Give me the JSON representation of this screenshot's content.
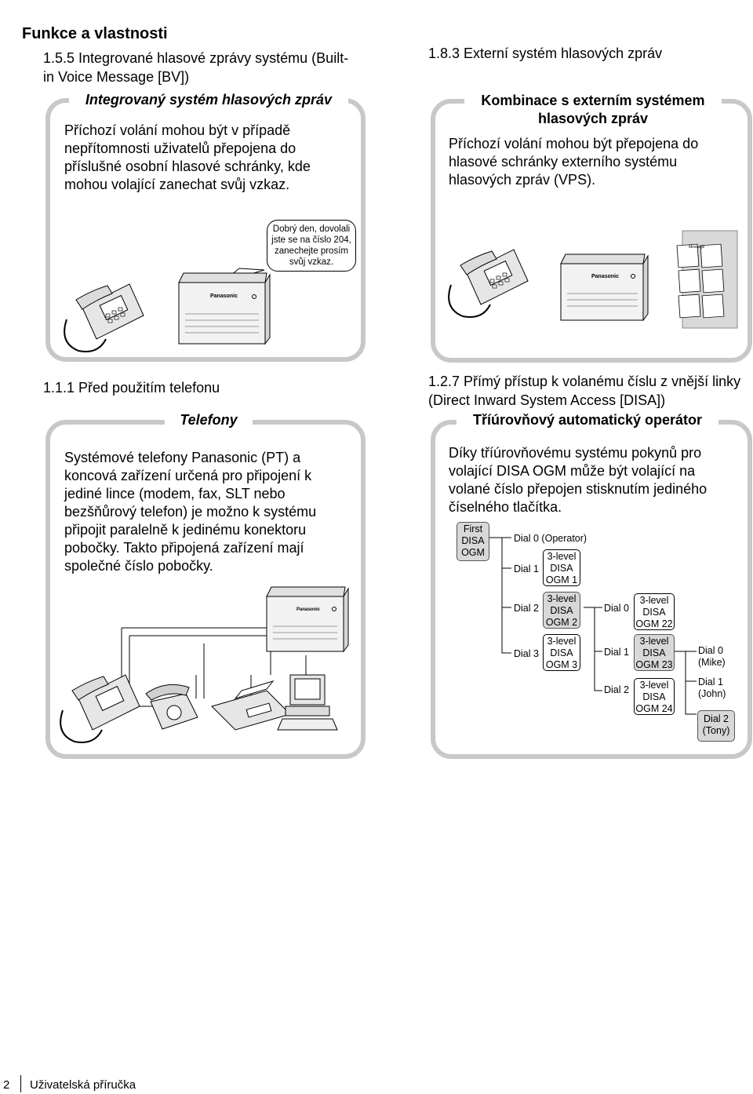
{
  "page": {
    "header": "Funkce a vlastnosti",
    "footer_page": "2",
    "footer_title": "Uživatelská příručka"
  },
  "bv": {
    "section_title": "1.5.5 Integrované hlasové zprávy systému (Built-in Voice Message [BV])",
    "panel_title": "Integrovaný systém hlasových zpráv",
    "body": "Příchozí volání mohou být v případě nepřítomnosti uživatelů přepojena do příslušné osobní hlasové schránky, kde mohou volající zanechat svůj vzkaz.",
    "bubble": "Dobrý den, dovolali jste se na číslo 204, zanechejte prosím svůj vzkaz.",
    "pbx_brand": "Panasonic"
  },
  "vps": {
    "section_title": "1.8.3 Externí systém hlasových zpráv",
    "panel_title": "Kombinace s externím systémem hlasových zpráv",
    "body": "Příchozí volání mohou být přepojena do hlasové schránky externího systému hlasových zpráv (VPS).",
    "pbx_brand": "Panasonic",
    "note_label": "Message"
  },
  "phones": {
    "section_title": "1.1.1 Před použitím telefonu",
    "panel_title": "Telefony",
    "body": "Systémové telefony Panasonic (PT) a koncová zařízení určená pro připojení k jediné lince (modem, fax, SLT nebo bezšňůrový telefon) je možno k systému připojit paralelně k jedinému konektoru pobočky. Takto připojená zařízení mají společné číslo pobočky.",
    "pbx_brand": "Panasonic"
  },
  "disa": {
    "section_title": "1.2.7 Přímý přístup k volanému číslu z vnější linky (Direct Inward System Access [DISA])",
    "panel_title": "Tříúrovňový automatický operátor",
    "body": "Díky tříúrovňovému systému pokynů pro volající DISA OGM může být volající na volané číslo přepojen stisknutím jediného číselného tlačítka.",
    "tree": {
      "first": "First DISA OGM",
      "dial0": "Dial 0 (Operator)",
      "dial1": "Dial 1",
      "ogm1": "3-level DISA OGM 1",
      "dial2": "Dial 2",
      "ogm2": "3-level DISA OGM 2",
      "dial3": "Dial 3",
      "ogm3": "3-level DISA OGM 3",
      "sub_dial0": "Dial 0",
      "ogm22": "3-level DISA OGM 22",
      "sub_dial1": "Dial 1",
      "ogm23": "3-level DISA OGM 23",
      "sub_dial2": "Dial 2",
      "ogm24": "3-level DISA OGM 24",
      "mike": "Dial 0 (Mike)",
      "john": "Dial 1 (John)",
      "tony": "Dial 2 (Tony)"
    }
  }
}
